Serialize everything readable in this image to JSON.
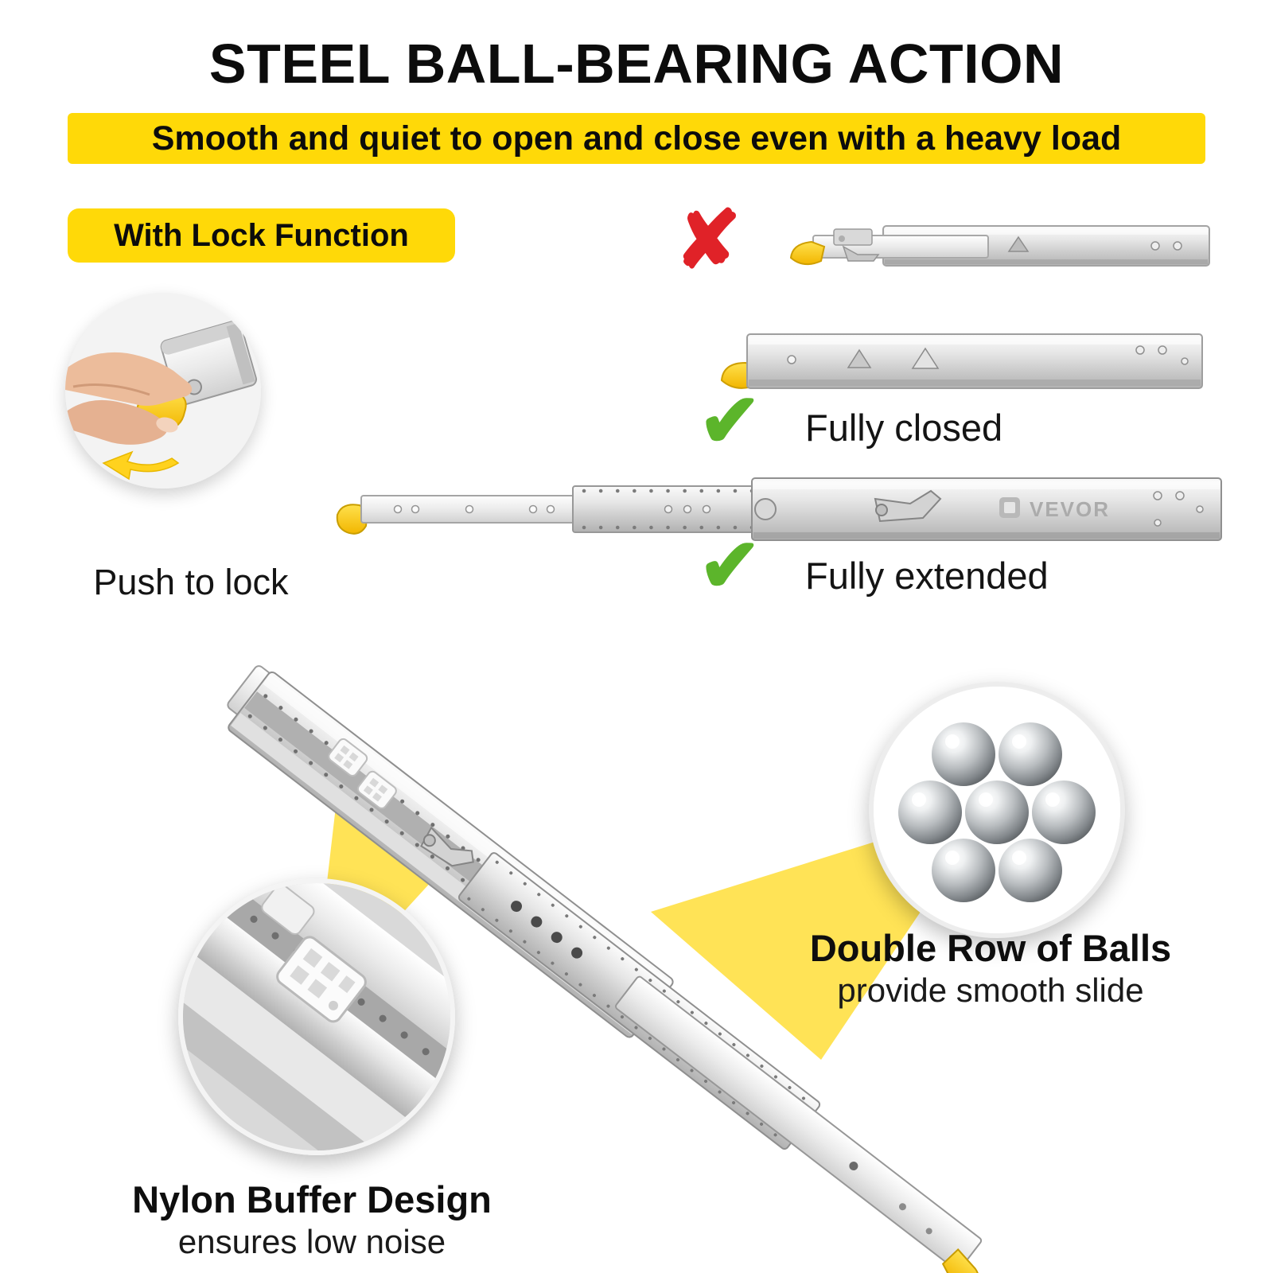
{
  "header": {
    "title": "STEEL BALL-BEARING ACTION",
    "subtitle": "Smooth and quiet to open and close even with a heavy load"
  },
  "lock": {
    "badge_label": "With Lock Function",
    "caption": "Push to lock"
  },
  "states": {
    "closed": "Fully closed",
    "extended": "Fully extended"
  },
  "features": {
    "nylon": {
      "title": "Nylon Buffer Design",
      "subtitle": "ensures low noise"
    },
    "balls": {
      "title": "Double Row of Balls",
      "subtitle": "provide smooth slide"
    }
  },
  "brand": "VEVOR",
  "icons": {
    "cross_glyph": "✘",
    "check_glyph": "✔"
  },
  "colors": {
    "accent_yellow": "#FFD908",
    "cross_red": "#E02228",
    "check_green": "#5CB52B",
    "text_black": "#111111"
  }
}
